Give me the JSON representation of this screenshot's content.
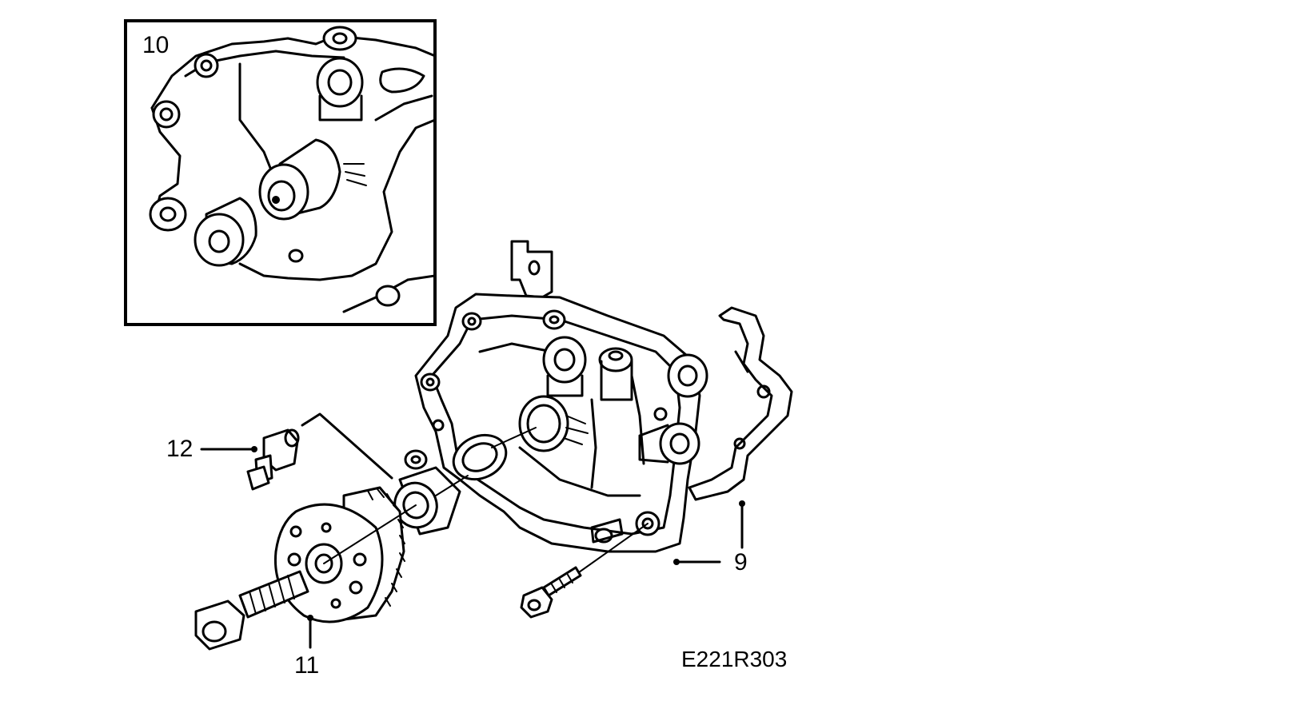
{
  "figure": {
    "inset_label": "10",
    "callouts": {
      "c9": "9",
      "c11": "11",
      "c12": "12"
    },
    "code": "E221R303"
  },
  "colors": {
    "ink": "#000000",
    "paper": "#ffffff"
  },
  "icons": [
    "cover-housing",
    "timing-gear",
    "bolt",
    "seal-ring",
    "gasket",
    "sensor",
    "screw"
  ]
}
